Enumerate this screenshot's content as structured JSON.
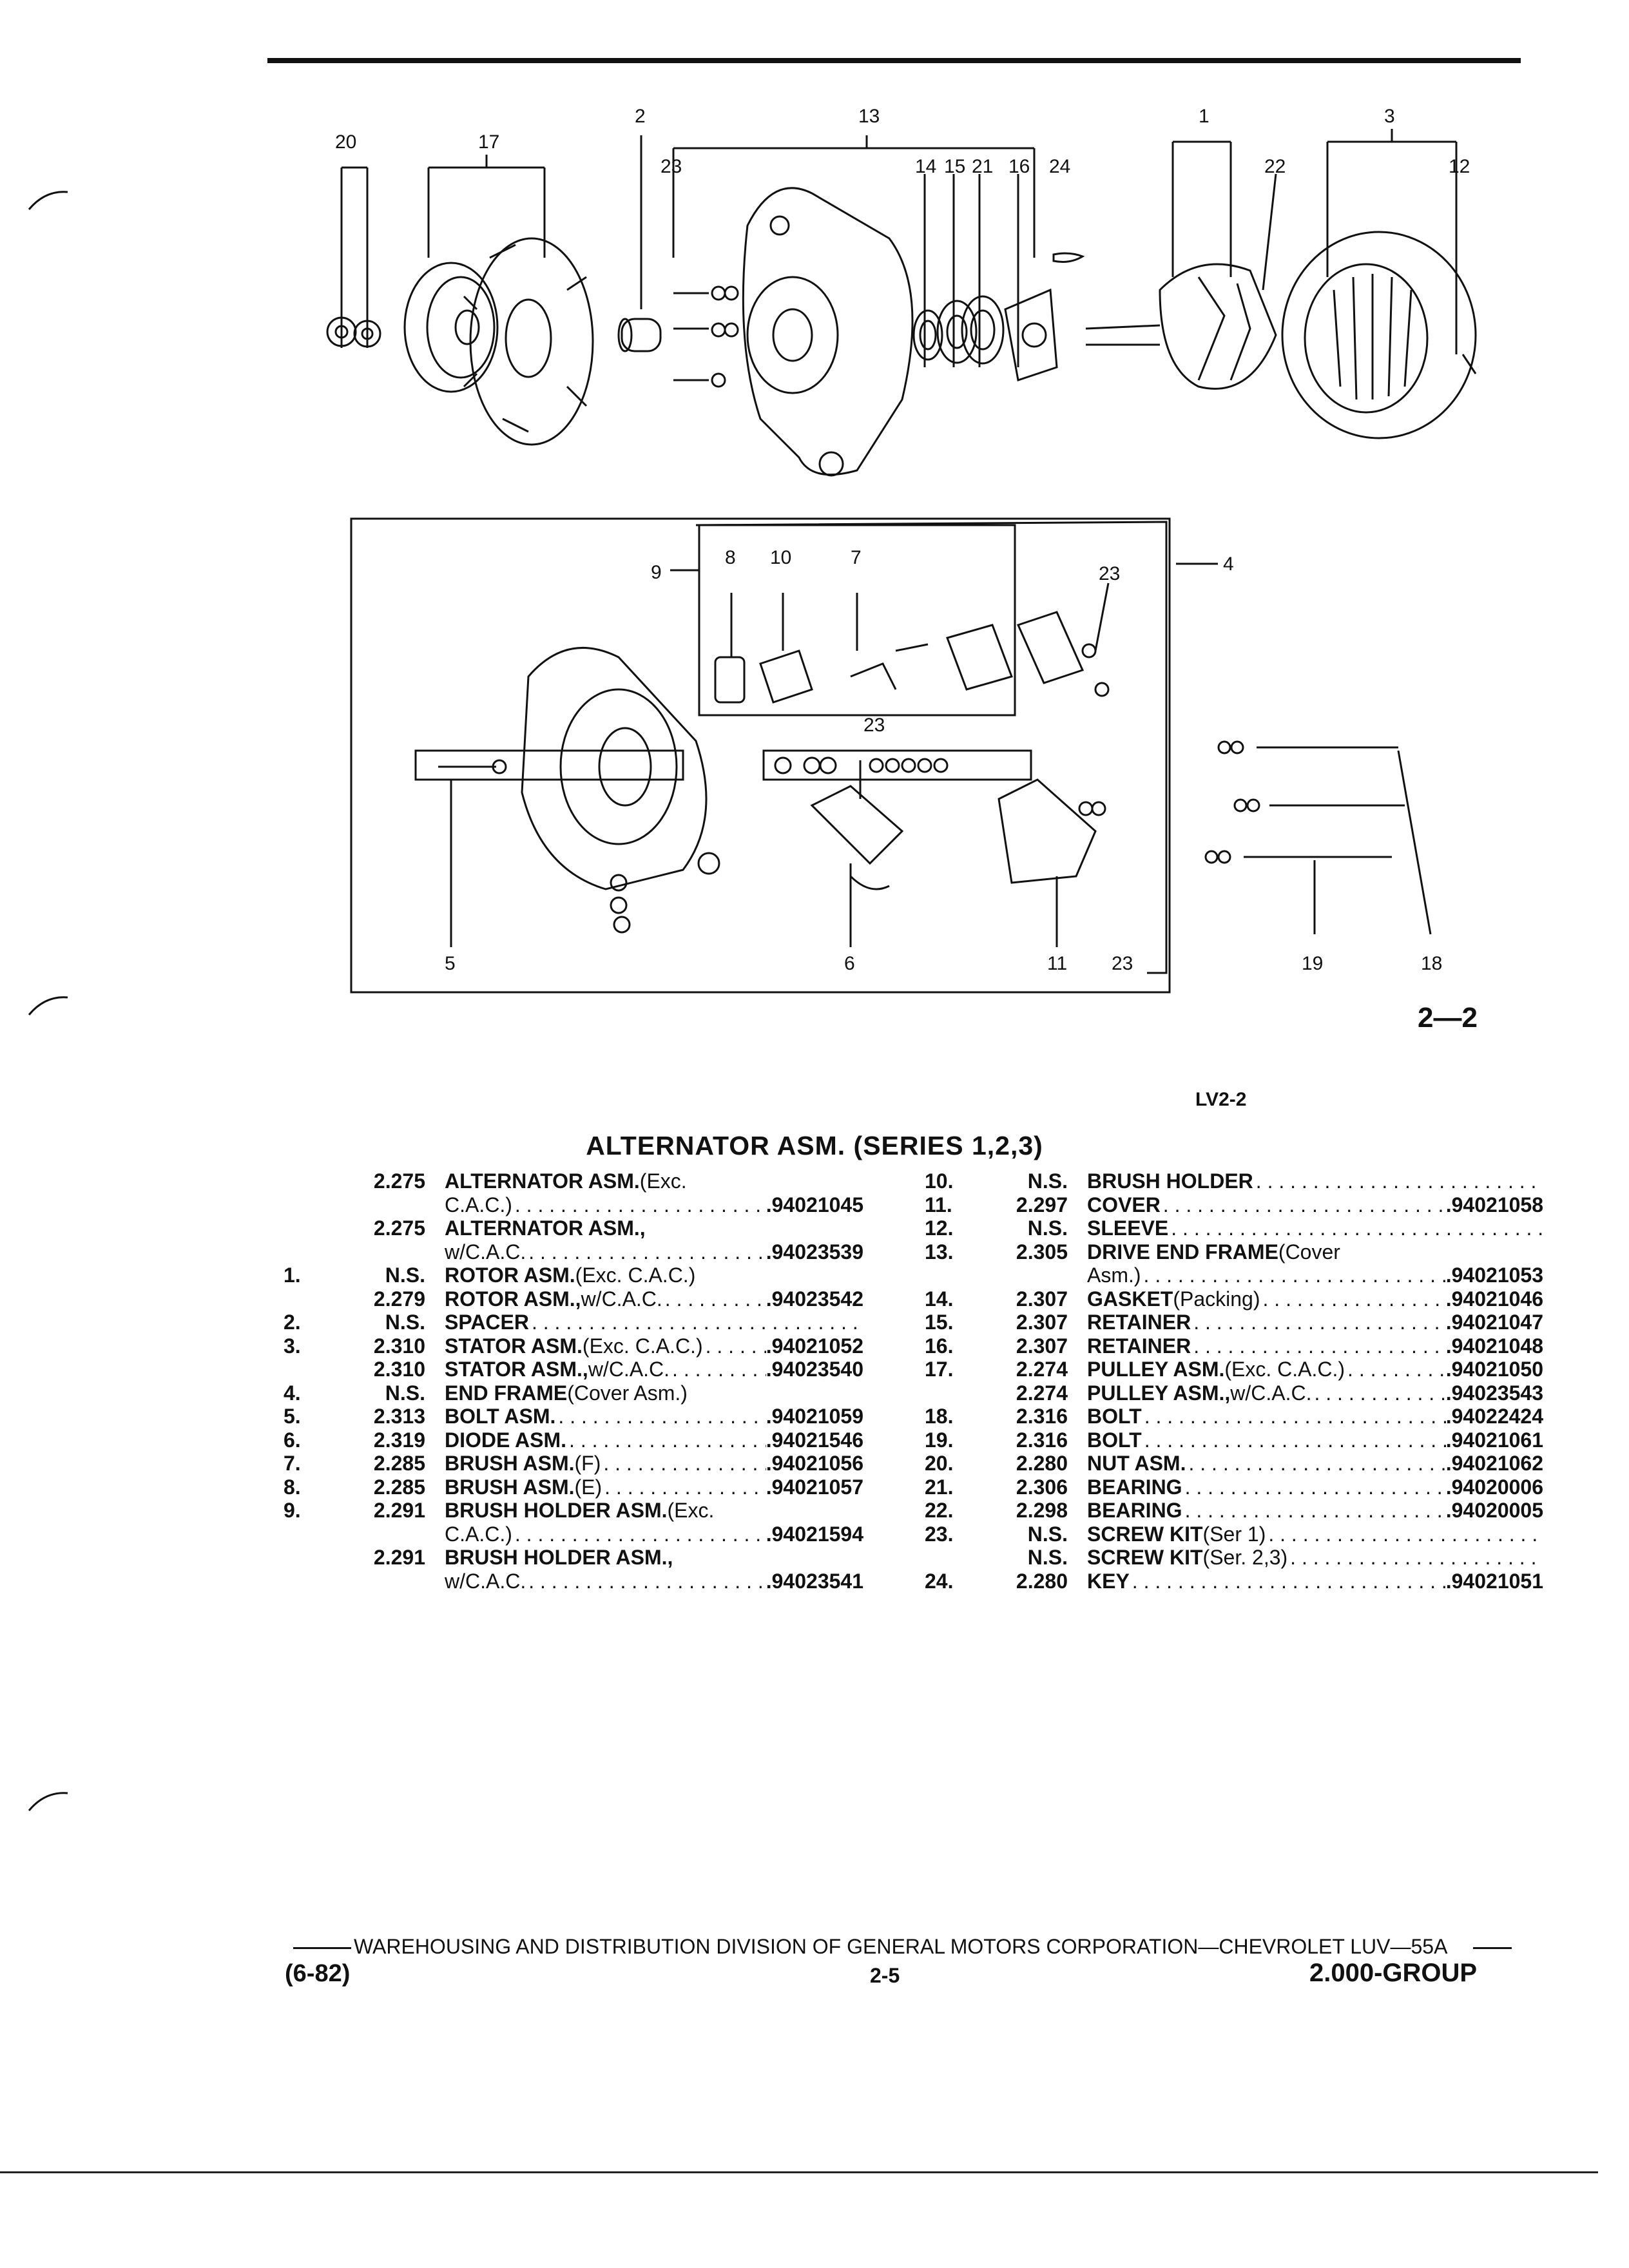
{
  "figure": {
    "label": "2—2",
    "ref_code": "LV2-2",
    "callouts": {
      "c20": "20",
      "c17": "17",
      "c2": "2",
      "c13": "13",
      "c23a": "23",
      "c14": "14",
      "c15": "15",
      "c21": "21",
      "c16": "16",
      "c24": "24",
      "c1": "1",
      "c22": "22",
      "c3": "3",
      "c12": "12",
      "c9": "9",
      "c8": "8",
      "c10": "10",
      "c7": "7",
      "c23b": "23",
      "c4": "4",
      "c23c": "23",
      "c5": "5",
      "c6": "6",
      "c11": "11",
      "c23d": "23",
      "c19": "19",
      "c18": "18"
    }
  },
  "title": "ALTERNATOR ASM. (SERIES 1,2,3)",
  "parts_left": [
    {
      "num": "",
      "group": "2.275",
      "name": "ALTERNATOR ASM.",
      "qual": " (Exc.",
      "part": ""
    },
    {
      "num": "",
      "group": "",
      "name": "",
      "qual": "C.A.C.)",
      "part": ".94021045"
    },
    {
      "num": "",
      "group": "2.275",
      "name": "ALTERNATOR ASM.,",
      "qual": "",
      "part": ""
    },
    {
      "num": "",
      "group": "",
      "name": "",
      "qual": "w/C.A.C.",
      "part": ".94023539"
    },
    {
      "num": "1.",
      "group": "N.S.",
      "name": "ROTOR ASM.",
      "qual": " (Exc. C.A.C.)",
      "part": ""
    },
    {
      "num": "",
      "group": "2.279",
      "name": "ROTOR ASM.,",
      "qual": " w/C.A.C.",
      "part": ".94023542"
    },
    {
      "num": "2.",
      "group": "N.S.",
      "name": "SPACER",
      "qual": "",
      "part": ""
    },
    {
      "num": "3.",
      "group": "2.310",
      "name": "STATOR ASM.",
      "qual": " (Exc. C.A.C.)",
      "part": ".94021052"
    },
    {
      "num": "",
      "group": "2.310",
      "name": "STATOR ASM.,",
      "qual": " w/C.A.C.",
      "part": ".94023540"
    },
    {
      "num": "4.",
      "group": "N.S.",
      "name": "END FRAME",
      "qual": " (Cover Asm.)",
      "part": ""
    },
    {
      "num": "5.",
      "group": "2.313",
      "name": "BOLT ASM.",
      "qual": "",
      "part": ".94021059"
    },
    {
      "num": "6.",
      "group": "2.319",
      "name": "DIODE ASM.",
      "qual": "",
      "part": ".94021546"
    },
    {
      "num": "7.",
      "group": "2.285",
      "name": "BRUSH ASM.",
      "qual": " (F)",
      "part": ".94021056"
    },
    {
      "num": "8.",
      "group": "2.285",
      "name": "BRUSH ASM.",
      "qual": " (E)",
      "part": ".94021057"
    },
    {
      "num": "9.",
      "group": "2.291",
      "name": "BRUSH HOLDER ASM.",
      "qual": " (Exc.",
      "part": ""
    },
    {
      "num": "",
      "group": "",
      "name": "",
      "qual": "C.A.C.)",
      "part": ".94021594"
    },
    {
      "num": "",
      "group": "2.291",
      "name": "BRUSH HOLDER ASM.,",
      "qual": "",
      "part": ""
    },
    {
      "num": "",
      "group": "",
      "name": "",
      "qual": "w/C.A.C.",
      "part": ".94023541"
    }
  ],
  "parts_right": [
    {
      "num": "10.",
      "group": "N.S.",
      "name": "BRUSH HOLDER",
      "qual": "",
      "part": ""
    },
    {
      "num": "11.",
      "group": "2.297",
      "name": "COVER",
      "qual": "",
      "part": ".94021058"
    },
    {
      "num": "12.",
      "group": "N.S.",
      "name": "SLEEVE",
      "qual": "",
      "part": ""
    },
    {
      "num": "13.",
      "group": "2.305",
      "name": "DRIVE END FRAME",
      "qual": " (Cover",
      "part": ""
    },
    {
      "num": "",
      "group": "",
      "name": "",
      "qual": "Asm.)",
      "part": ".94021053"
    },
    {
      "num": "14.",
      "group": "2.307",
      "name": "GASKET",
      "qual": " (Packing)",
      "part": ".94021046"
    },
    {
      "num": "15.",
      "group": "2.307",
      "name": "RETAINER",
      "qual": "",
      "part": ".94021047"
    },
    {
      "num": "16.",
      "group": "2.307",
      "name": "RETAINER",
      "qual": "",
      "part": ".94021048"
    },
    {
      "num": "17.",
      "group": "2.274",
      "name": "PULLEY ASM.",
      "qual": " (Exc. C.A.C.)",
      "part": ".94021050"
    },
    {
      "num": "",
      "group": "2.274",
      "name": "PULLEY ASM.,",
      "qual": " w/C.A.C.",
      "part": ".94023543"
    },
    {
      "num": "18.",
      "group": "2.316",
      "name": "BOLT",
      "qual": "",
      "part": ".94022424"
    },
    {
      "num": "19.",
      "group": "2.316",
      "name": "BOLT",
      "qual": "",
      "part": ".94021061"
    },
    {
      "num": "20.",
      "group": "2.280",
      "name": "NUT ASM.",
      "qual": "",
      "part": ".94021062"
    },
    {
      "num": "21.",
      "group": "2.306",
      "name": "BEARING",
      "qual": "",
      "part": ".94020006"
    },
    {
      "num": "22.",
      "group": "2.298",
      "name": "BEARING",
      "qual": "",
      "part": ".94020005"
    },
    {
      "num": "23.",
      "group": "N.S.",
      "name": "SCREW KIT",
      "qual": " (Ser 1)",
      "part": ""
    },
    {
      "num": "",
      "group": "N.S.",
      "name": "SCREW KIT",
      "qual": " (Ser. 2,3)",
      "part": ""
    },
    {
      "num": "24.",
      "group": "2.280",
      "name": "KEY",
      "qual": "",
      "part": ".94021051"
    }
  ],
  "footer": {
    "line": "WAREHOUSING AND DISTRIBUTION DIVISION OF GENERAL MOTORS CORPORATION—CHEVROLET LUV—55A",
    "date": "(6-82)",
    "page": "2-5",
    "group": "2.000-GROUP"
  }
}
